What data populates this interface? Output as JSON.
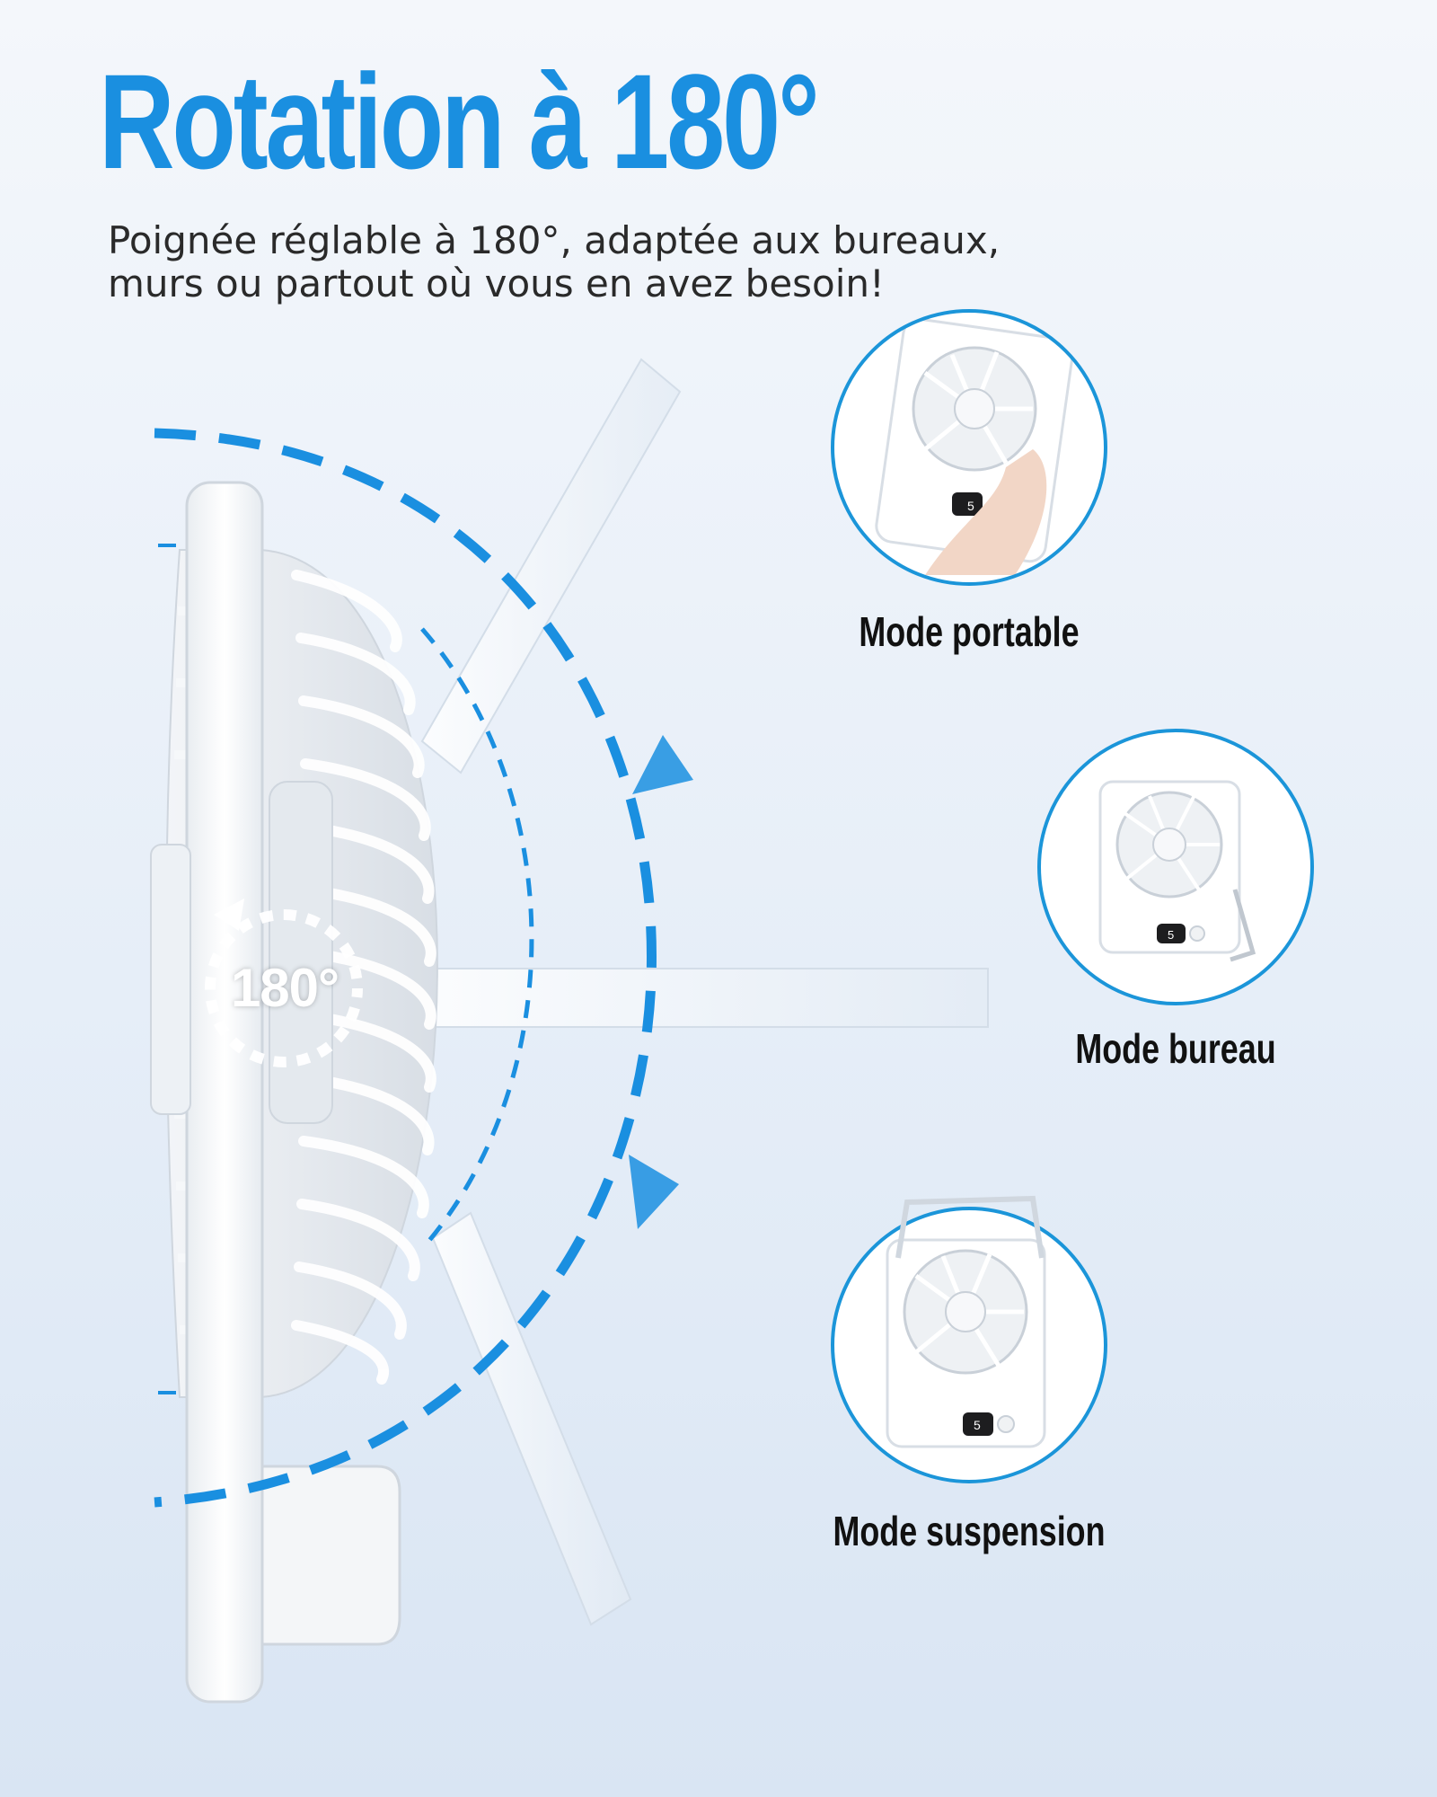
{
  "header": {
    "title": "Rotation à 180°",
    "subtitle_line1": "Poignée réglable à 180°, adaptée aux bureaux,",
    "subtitle_line2": "murs ou partout où vous en avez besoin!"
  },
  "rotation_badge": {
    "label": "180°"
  },
  "modes": [
    {
      "label": "Mode portable",
      "display_digit": "5"
    },
    {
      "label": "Mode bureau",
      "display_digit": "5"
    },
    {
      "label": "Mode suspension",
      "display_digit": "5"
    }
  ],
  "colors": {
    "accent": "#1a8fe0",
    "circle_border": "#1b95d9",
    "product_white": "#ffffff",
    "background_top": "#f4f7fb",
    "background_bottom": "#d9e5f3"
  },
  "icons": [
    "rotation-arrow-icon",
    "direction-arrow-up-icon",
    "direction-arrow-down-icon"
  ]
}
